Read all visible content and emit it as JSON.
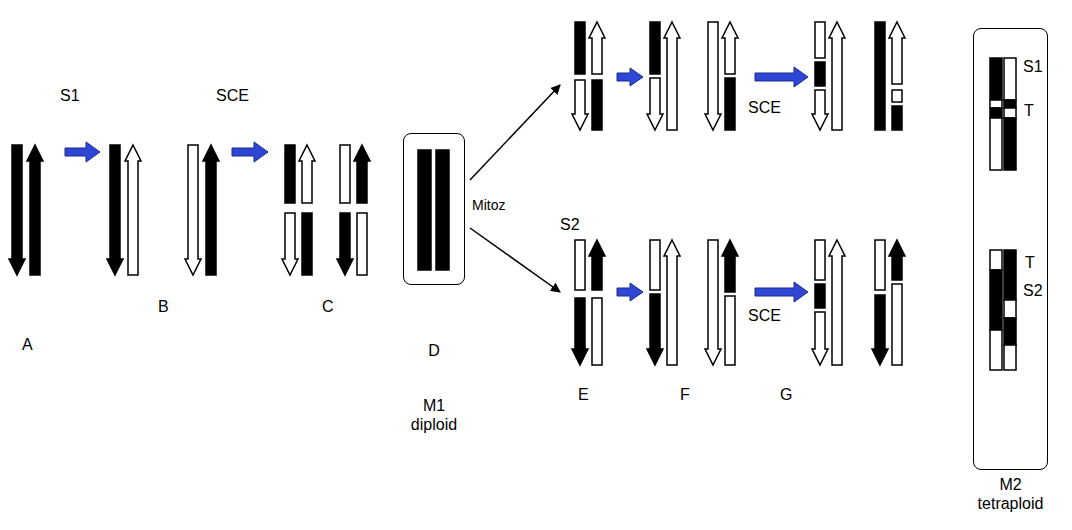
{
  "diagram": {
    "nodes": [
      {
        "text": [
          "D",
          "M1 diploid"
        ]
      },
      {
        "text": [
          "S1",
          "T",
          "T",
          "S2",
          "M2 tetraploid"
        ]
      }
    ],
    "labels": [
      "S1",
      "A",
      "B",
      "SCE",
      "C",
      "Mitoz",
      "S2",
      "SCE",
      "SCE",
      "E",
      "F",
      "G"
    ]
  }
}
